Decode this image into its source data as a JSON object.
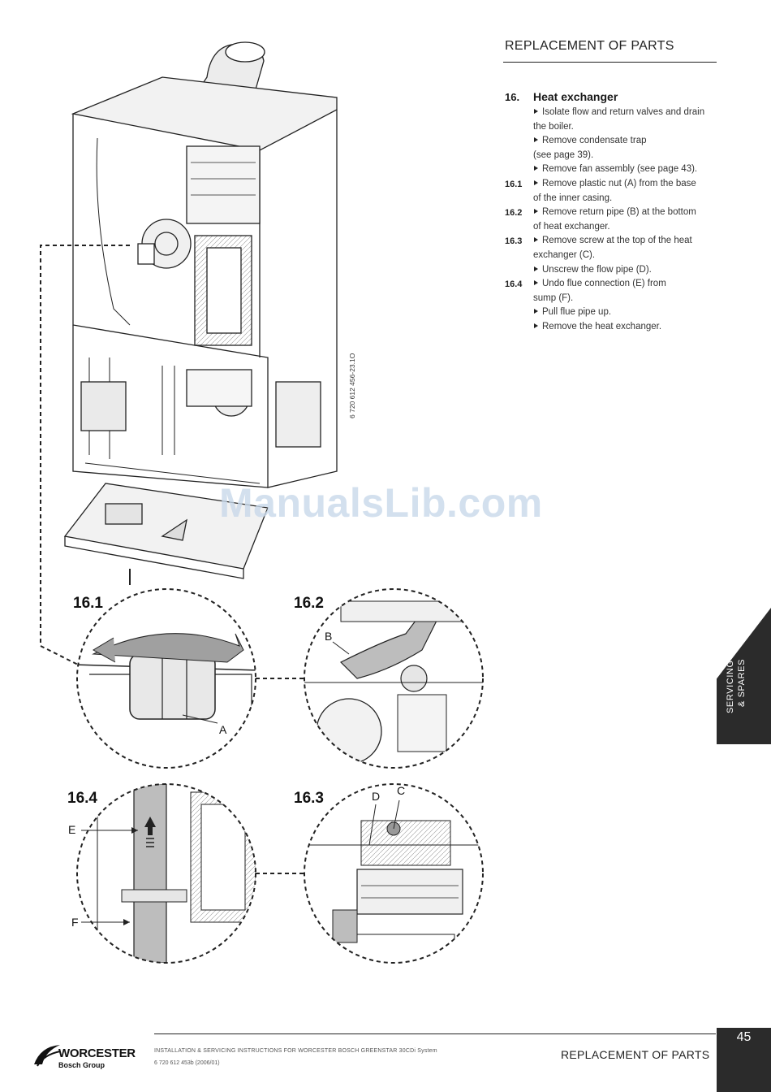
{
  "header": {
    "title": "REPLACEMENT OF PARTS"
  },
  "section": {
    "number": "16.",
    "title": "Heat exchanger",
    "steps": [
      {
        "num": "",
        "lines": [
          "Isolate flow and return valves and drain",
          "the boiler."
        ]
      },
      {
        "num": "",
        "lines": [
          "Remove condensate trap",
          "(see page 39)."
        ]
      },
      {
        "num": "",
        "lines": [
          "Remove fan assembly (see page 43)."
        ]
      },
      {
        "num": "16.1",
        "lines": [
          "Remove plastic nut (A) from the base",
          "of the inner casing."
        ]
      },
      {
        "num": "16.2",
        "lines": [
          "Remove return pipe (B) at the bottom",
          "of heat exchanger."
        ]
      },
      {
        "num": "16.3",
        "lines": [
          "Remove screw at the top of the heat",
          "exchanger (C)."
        ]
      },
      {
        "num": "",
        "lines": [
          "Unscrew the flow pipe (D)."
        ]
      },
      {
        "num": "16.4",
        "lines": [
          "Undo flue connection (E) from",
          "sump (F)."
        ]
      },
      {
        "num": "",
        "lines": [
          "Pull flue pipe up."
        ]
      },
      {
        "num": "",
        "lines": [
          "Remove the heat exchanger."
        ]
      }
    ]
  },
  "side_tab": {
    "line1": "SERVICING",
    "line2": "& SPARES"
  },
  "figure": {
    "code": "6 720 612 456-23.1O",
    "details": [
      {
        "label": "16.1",
        "callouts": [
          "A"
        ]
      },
      {
        "label": "16.2",
        "callouts": [
          "B"
        ]
      },
      {
        "label": "16.4",
        "callouts": [
          "E",
          "F"
        ]
      },
      {
        "label": "16.3",
        "callouts": [
          "D",
          "C"
        ]
      }
    ]
  },
  "watermark": "ManualsLib.com",
  "footer": {
    "brand": "WORCESTER",
    "brand_group": "Bosch Group",
    "doc_title": "INSTALLATION & SERVICING INSTRUCTIONS FOR WORCESTER BOSCH GREENSTAR 30CDi System",
    "doc_code": "6 720 612 453b (2006/01)",
    "section": "REPLACEMENT OF PARTS",
    "page_number": "45"
  },
  "colors": {
    "dark": "#2b2b2b",
    "watermark": "#c9d9ea",
    "text": "#1a1a1a"
  }
}
